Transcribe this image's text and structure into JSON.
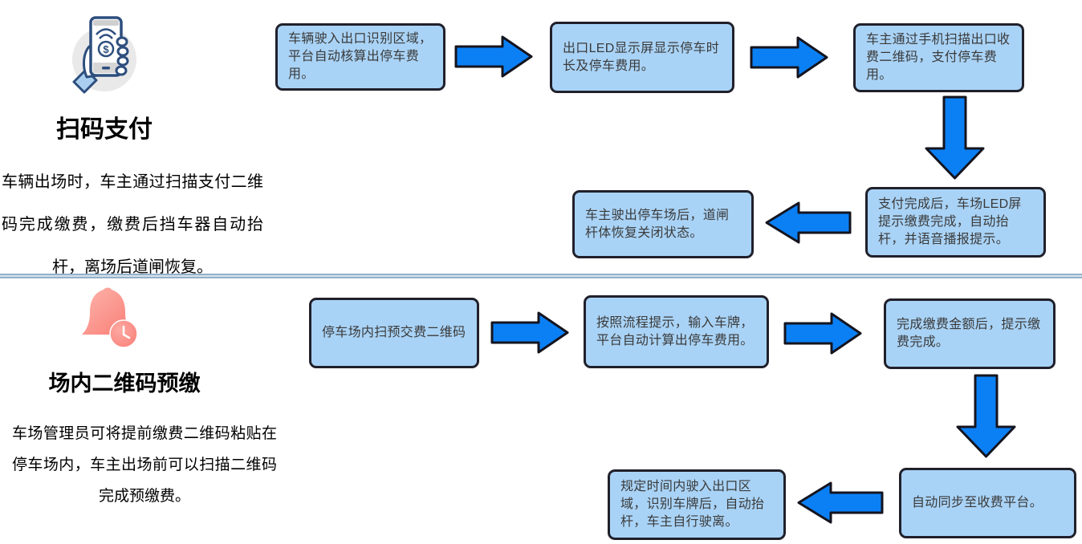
{
  "sections": [
    {
      "icon": "phone-scan-payment-icon",
      "title": "扫码支付",
      "description": "车辆出场时，车主通过扫描支付二维码完成缴费，缴费后挡车器自动抬杆，离场后道闸恢复。",
      "steps": [
        "车辆驶入出口识别区域，平台自动核算出停车费用。",
        "出口LED显示屏显示停车时长及停车费用。",
        "车主通过手机扫描出口收费二维码，支付停车费用。",
        "支付完成后，车场LED屏提示缴费完成，自动抬杆，并语音播报提示。",
        "车主驶出停车场后，道闸杆体恢复关闭状态。"
      ]
    },
    {
      "icon": "bell-clock-icon",
      "title": "场内二维码预缴",
      "description": "车场管理员可将提前缴费二维码粘贴在停车场内，车主出场前可以扫描二维码完成预缴费。",
      "steps": [
        "停车场内扫预交费二维码",
        "按照流程提示，输入车牌，平台自动计算出停车费用。",
        "完成缴费金额后，提示缴费完成。",
        "自动同步至收费平台。",
        "规定时间内驶入出口区域，识别车牌后，自动抬杆，车主自行驶离。"
      ]
    }
  ],
  "colors": {
    "box_fill": "#a9d3f6",
    "box_border": "#20202b",
    "arrow_fill": "#0b80f5",
    "arrow_border": "#14141f",
    "divider": "#93b1c9",
    "icon_phone_line": "#2d4e7e",
    "icon_cuff": "#aacfee",
    "icon_bell_pink": "#f98f88",
    "background": "#ffffff"
  }
}
